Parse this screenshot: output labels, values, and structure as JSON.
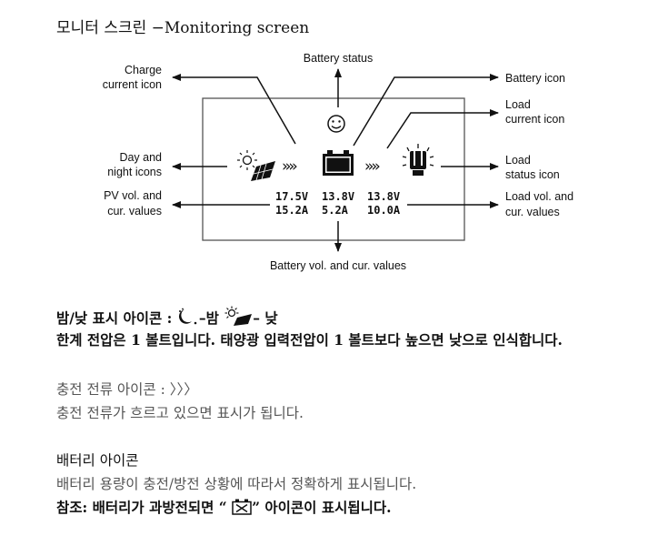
{
  "title": "모니터 스크린 −Monitoring screen",
  "diagram": {
    "battery_status": "Battery status",
    "charge_current_icon": [
      "Charge",
      "current icon"
    ],
    "day_night_icons": [
      "Day and",
      "night icons"
    ],
    "pv_values_label": [
      "PV vol. and",
      "cur. values"
    ],
    "battery_icon": "Battery icon",
    "load_current_icon": [
      "Load",
      "current icon"
    ],
    "load_status_icon": [
      "Load",
      "status icon"
    ],
    "load_values_label": [
      "Load vol. and",
      "cur. values"
    ],
    "battery_values_label": "Battery vol. and cur. values",
    "pv_voltage": "17.5V",
    "pv_current": "15.2A",
    "battery_voltage": "13.8V",
    "battery_current": "5.2A",
    "load_voltage": "13.8V",
    "load_current": "10.0A",
    "chevrons": "»»"
  },
  "notes": {
    "day_night_prefix": "밤/낮 표시 아이콘 :",
    "night_word": "–밤",
    "day_word": "– 낮",
    "threshold": "한계 전압은 1 볼트입니다. 태양광 입력전압이 1 볼트보다 높으면 낮으로 인식합니다.",
    "charge_icon_line": "충전 전류 아이콘 : 〉〉〉",
    "charge_desc": "충전 전류가 흐르고 있으면 표시가 됩니다.",
    "battery_heading": "배터리 아이콘",
    "battery_desc": "배터리 용량이 충전/방전 상황에 따라서 정확하게 표시됩니다.",
    "note_prefix": "참조: 배터리가 과방전되면 “",
    "note_suffix": "” 아이콘이 표시됩니다."
  }
}
